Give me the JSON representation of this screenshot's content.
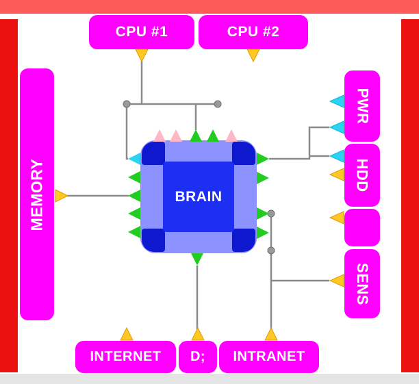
{
  "nodes": {
    "cpu1": {
      "label": "CPU #1"
    },
    "cpu2": {
      "label": "CPU #2"
    },
    "memory": {
      "label": "MEMORY"
    },
    "pwr": {
      "label": "PWR"
    },
    "hdd": {
      "label": "HDD"
    },
    "aux": {
      "label": ""
    },
    "sens": {
      "label": "SENS"
    },
    "internet": {
      "label": "INTERNET"
    },
    "d": {
      "label": "D;"
    },
    "intranet": {
      "label": "INTRANET"
    },
    "brain": {
      "label": "BRAIN"
    }
  },
  "colors": {
    "node_fill": "#ff00ff",
    "node_text": "#ffffff",
    "frame_red": "#ec1111",
    "top_bar": "#ff5a5a",
    "bottom_bar": "#e4e4e4",
    "chip_outer": "#8c92ff",
    "chip_corner": "#0d18cf",
    "chip_inner": "#1c2ff2",
    "pin_green": "#22cc22",
    "pin_pink": "#ffb6c6",
    "pin_cyan": "#2ad4f0",
    "arrow_yellow": "#ffc825",
    "wire": "#8a8a8a",
    "dot": "#9a9a9a"
  }
}
